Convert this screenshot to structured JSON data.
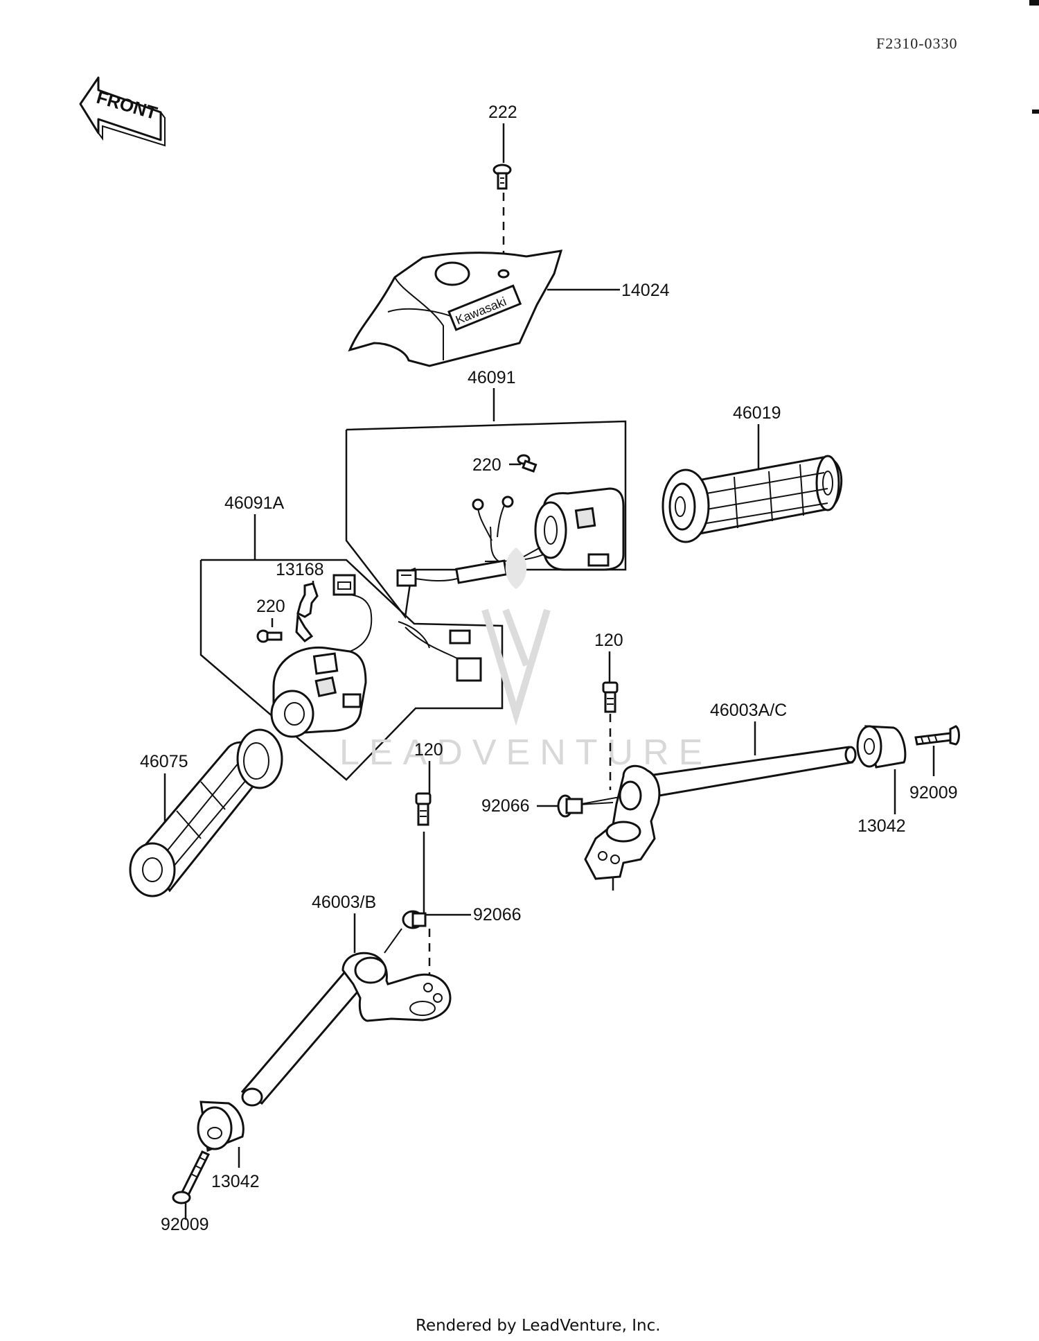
{
  "diagram_code": "F2310-0330",
  "front_arrow_text": "FRONT",
  "cover_brand": "Kawasaki",
  "watermark": "LEADVENTURE",
  "footer": "Rendered by LeadVenture, Inc.",
  "labels": {
    "p222": "222",
    "p14024": "14024",
    "p46091": "46091",
    "p46019": "46019",
    "p220_top": "220",
    "p46091A": "46091A",
    "p13168": "13168",
    "p220_left": "220",
    "p120_right": "120",
    "p46003AC": "46003A/C",
    "p46075": "46075",
    "p120_left": "120",
    "p92066_right": "92066",
    "p92009_right": "92009",
    "p13042_right": "13042",
    "p46003B": "46003/B",
    "p92066_left": "92066",
    "p13042_left": "13042",
    "p92009_left": "92009"
  }
}
